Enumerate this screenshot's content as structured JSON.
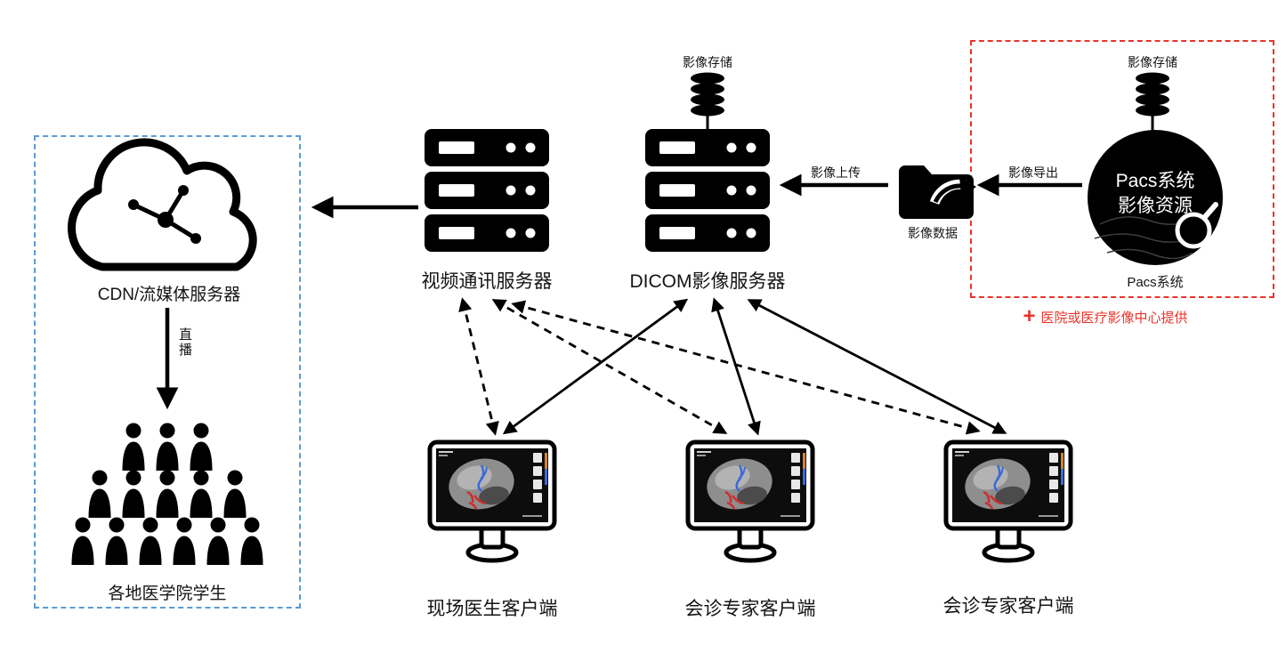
{
  "colors": {
    "red_accent": "#e8342a",
    "blue_accent": "#5b9bd5",
    "ink": "#000000"
  },
  "pacs_section": {
    "storage_label": "影像存储",
    "circle_title_line1": "Pacs系统",
    "circle_title_line2": "影像资源",
    "caption": "Pacs系统",
    "provider_plus": "+",
    "provider_note": "医院或医疗影像中心提供"
  },
  "flow": {
    "export_label": "影像导出",
    "data_label": "影像数据",
    "upload_label": "影像上传",
    "live_label": "直播"
  },
  "dicom_server": {
    "storage_label": "影像存储",
    "label": "DICOM影像服务器"
  },
  "video_server": {
    "label": "视频通讯服务器"
  },
  "cdn_section": {
    "server_label": "CDN/流媒体服务器",
    "students_label": "各地医学院学生"
  },
  "clients": [
    {
      "label": "现场医生客户端"
    },
    {
      "label": "会诊专家客户端"
    },
    {
      "label": "会诊专家客户端"
    }
  ]
}
